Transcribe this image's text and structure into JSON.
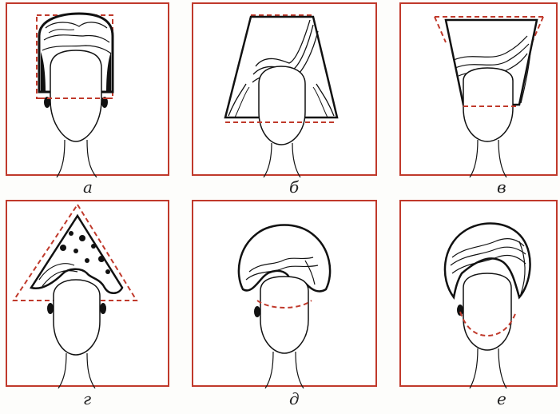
{
  "diagram": {
    "accent_color": "#c0392b",
    "ink_color": "#111111",
    "panels": [
      {
        "id": "a",
        "label": "а",
        "shape": "rectangle"
      },
      {
        "id": "b",
        "label": "б",
        "shape": "trapezoid"
      },
      {
        "id": "v",
        "label": "в",
        "shape": "inverted-trapezoid"
      },
      {
        "id": "g",
        "label": "г",
        "shape": "triangle"
      },
      {
        "id": "d",
        "label": "д",
        "shape": "circle"
      },
      {
        "id": "e",
        "label": "е",
        "shape": "oval"
      }
    ]
  }
}
